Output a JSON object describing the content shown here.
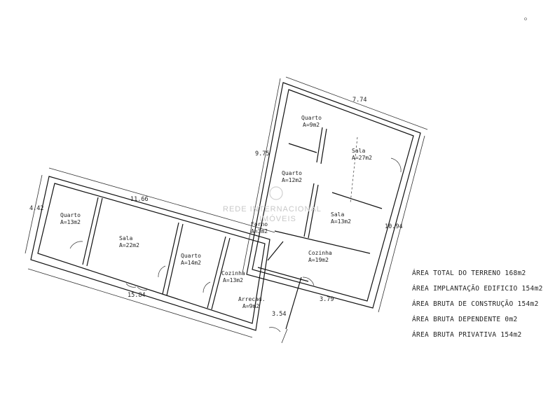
{
  "rooms": {
    "quarto_left": {
      "name": "Quarto",
      "area": "A=13m2"
    },
    "sala_left": {
      "name": "Sala",
      "area": "A=22m2"
    },
    "quarto_mid": {
      "name": "Quarto",
      "area": "A=14m2"
    },
    "cozinha_left": {
      "name": "Cozinha",
      "area": "A=13m2"
    },
    "forno": {
      "name": "Forno",
      "area": "A=3m2"
    },
    "arrecad": {
      "name": "Arrecad.",
      "area": "A=9m2"
    },
    "quarto_top": {
      "name": "Quarto",
      "area": "A=9m2"
    },
    "sala_big": {
      "name": "Sala",
      "area": "A=27m2"
    },
    "quarto_right": {
      "name": "Quarto",
      "area": "A=12m2"
    },
    "sala_right": {
      "name": "Sala",
      "area": "A=13m2"
    },
    "cozinha_right": {
      "name": "Cozinha",
      "area": "A=19m2"
    }
  },
  "dimensions": {
    "d_774": "7.74",
    "d_975": "9.75",
    "d_1094": "10.94",
    "d_1166": "11.66",
    "d_442": "4.42",
    "d_1584": "15.84",
    "d_379": "3.79",
    "d_354": "3.54"
  },
  "watermark": {
    "line1": "REDE INTERNACIONAL",
    "line2": "IMÓVEIS"
  },
  "areas_summary": [
    "ÁREA TOTAL DO TERRENO 168m2",
    "ÁREA IMPLANTAÇÃO EDIFICIO 154m2",
    "ÁREA BRUTA DE CONSTRUÇÃO 154m2",
    "ÁREA BRUTA DEPENDENTE 0m2",
    "ÁREA BRUTA PRIVATIVA 154m2"
  ]
}
